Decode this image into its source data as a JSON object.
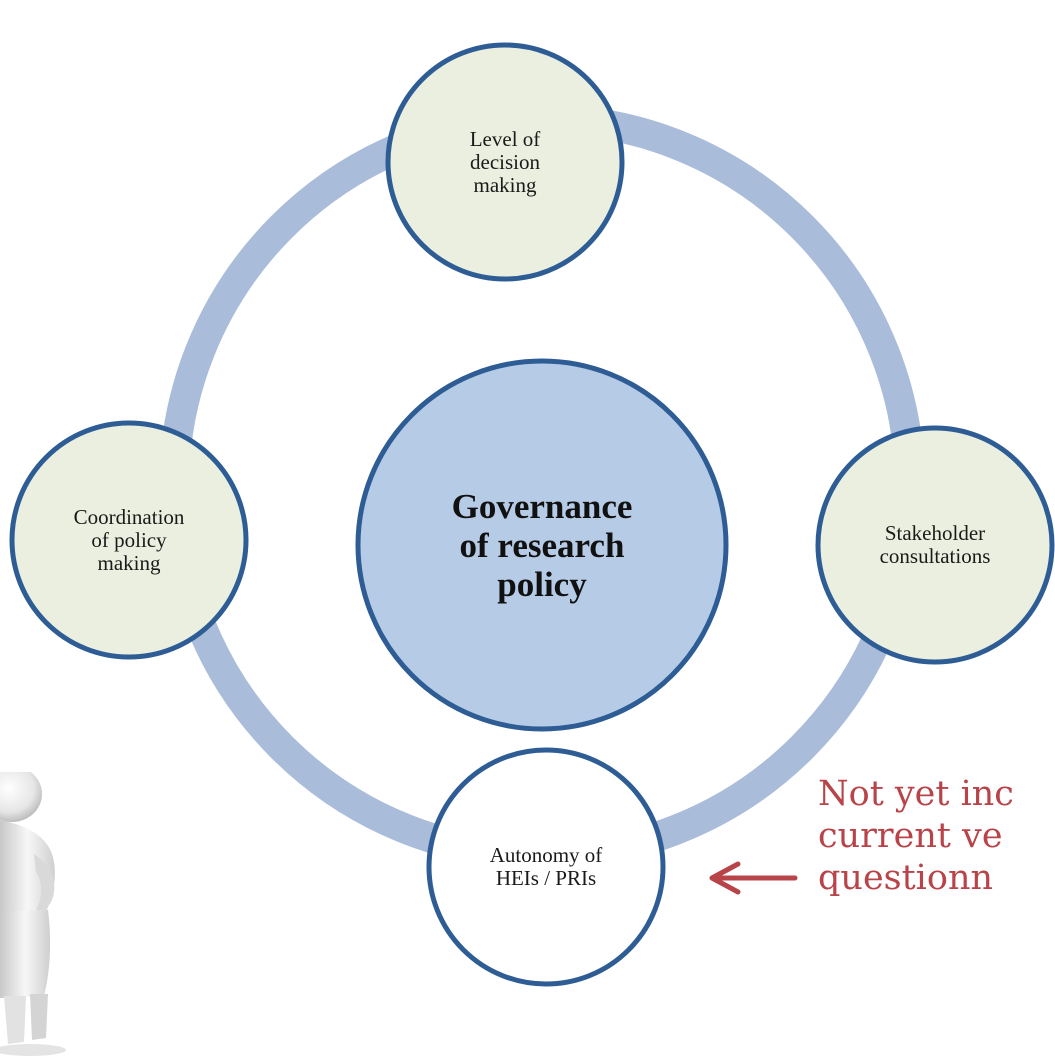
{
  "diagram": {
    "center": {
      "label": "Governance\nof research\npolicy"
    },
    "nodes": [
      {
        "id": "top",
        "label": "Level of\ndecision\nmaking"
      },
      {
        "id": "left",
        "label": "Coordination\nof policy\nmaking"
      },
      {
        "id": "right",
        "label": "Stakeholder\nconsultations"
      },
      {
        "id": "bottom",
        "label": "Autonomy of\nHEIs / PRIs"
      }
    ],
    "note": {
      "text": "Not yet inc\ncurrent ve\nquestionn"
    }
  },
  "colors": {
    "ring": "#a9bcda",
    "node_stroke": "#2e5d95",
    "node_fill": "#ebefdf",
    "center_fill": "#b6cbe5",
    "bottom_fill": "#ffffff",
    "note_text": "#b8444a",
    "arrow": "#b8444a"
  },
  "icons": {
    "figure": "3d-person-figure-icon",
    "arrow": "left-arrow-icon"
  }
}
